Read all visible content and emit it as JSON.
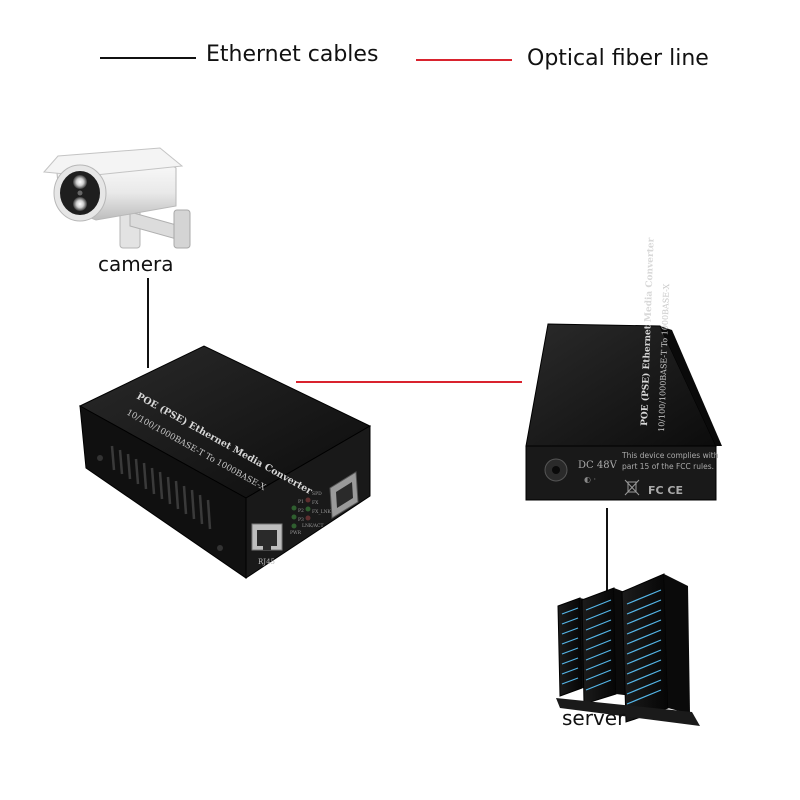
{
  "legend": {
    "ethernet_label": "Ethernet cables",
    "fiber_label": "Optical fiber line"
  },
  "nodes": {
    "camera_label": "camera",
    "server_label": "server"
  },
  "left_converter": {
    "title": "POE (PSE) Ethernet Media Converter",
    "subtitle": "10/100/1000BASE-T To 1000BASE-X",
    "port_label": "RJ45",
    "led_labels": [
      "P1",
      "P2",
      "P3",
      "SPD",
      "FX",
      "FX_LNK",
      "PWR",
      "LNK/ACT"
    ]
  },
  "right_converter": {
    "title": "POE (PSE) Ethernet Media Converter",
    "subtitle": "10/100/1000BASE-T To 1000BASE-X",
    "power_label": "DC 48V",
    "fcc_text_line1": "This device complies with",
    "fcc_text_line2": "part 15 of the FCC rules.",
    "marks": "FC CE"
  },
  "colors": {
    "ethernet_line": "#111111",
    "fiber_line": "#d9232e",
    "device_body": "#141414",
    "server_glow": "#5cc8ff"
  }
}
